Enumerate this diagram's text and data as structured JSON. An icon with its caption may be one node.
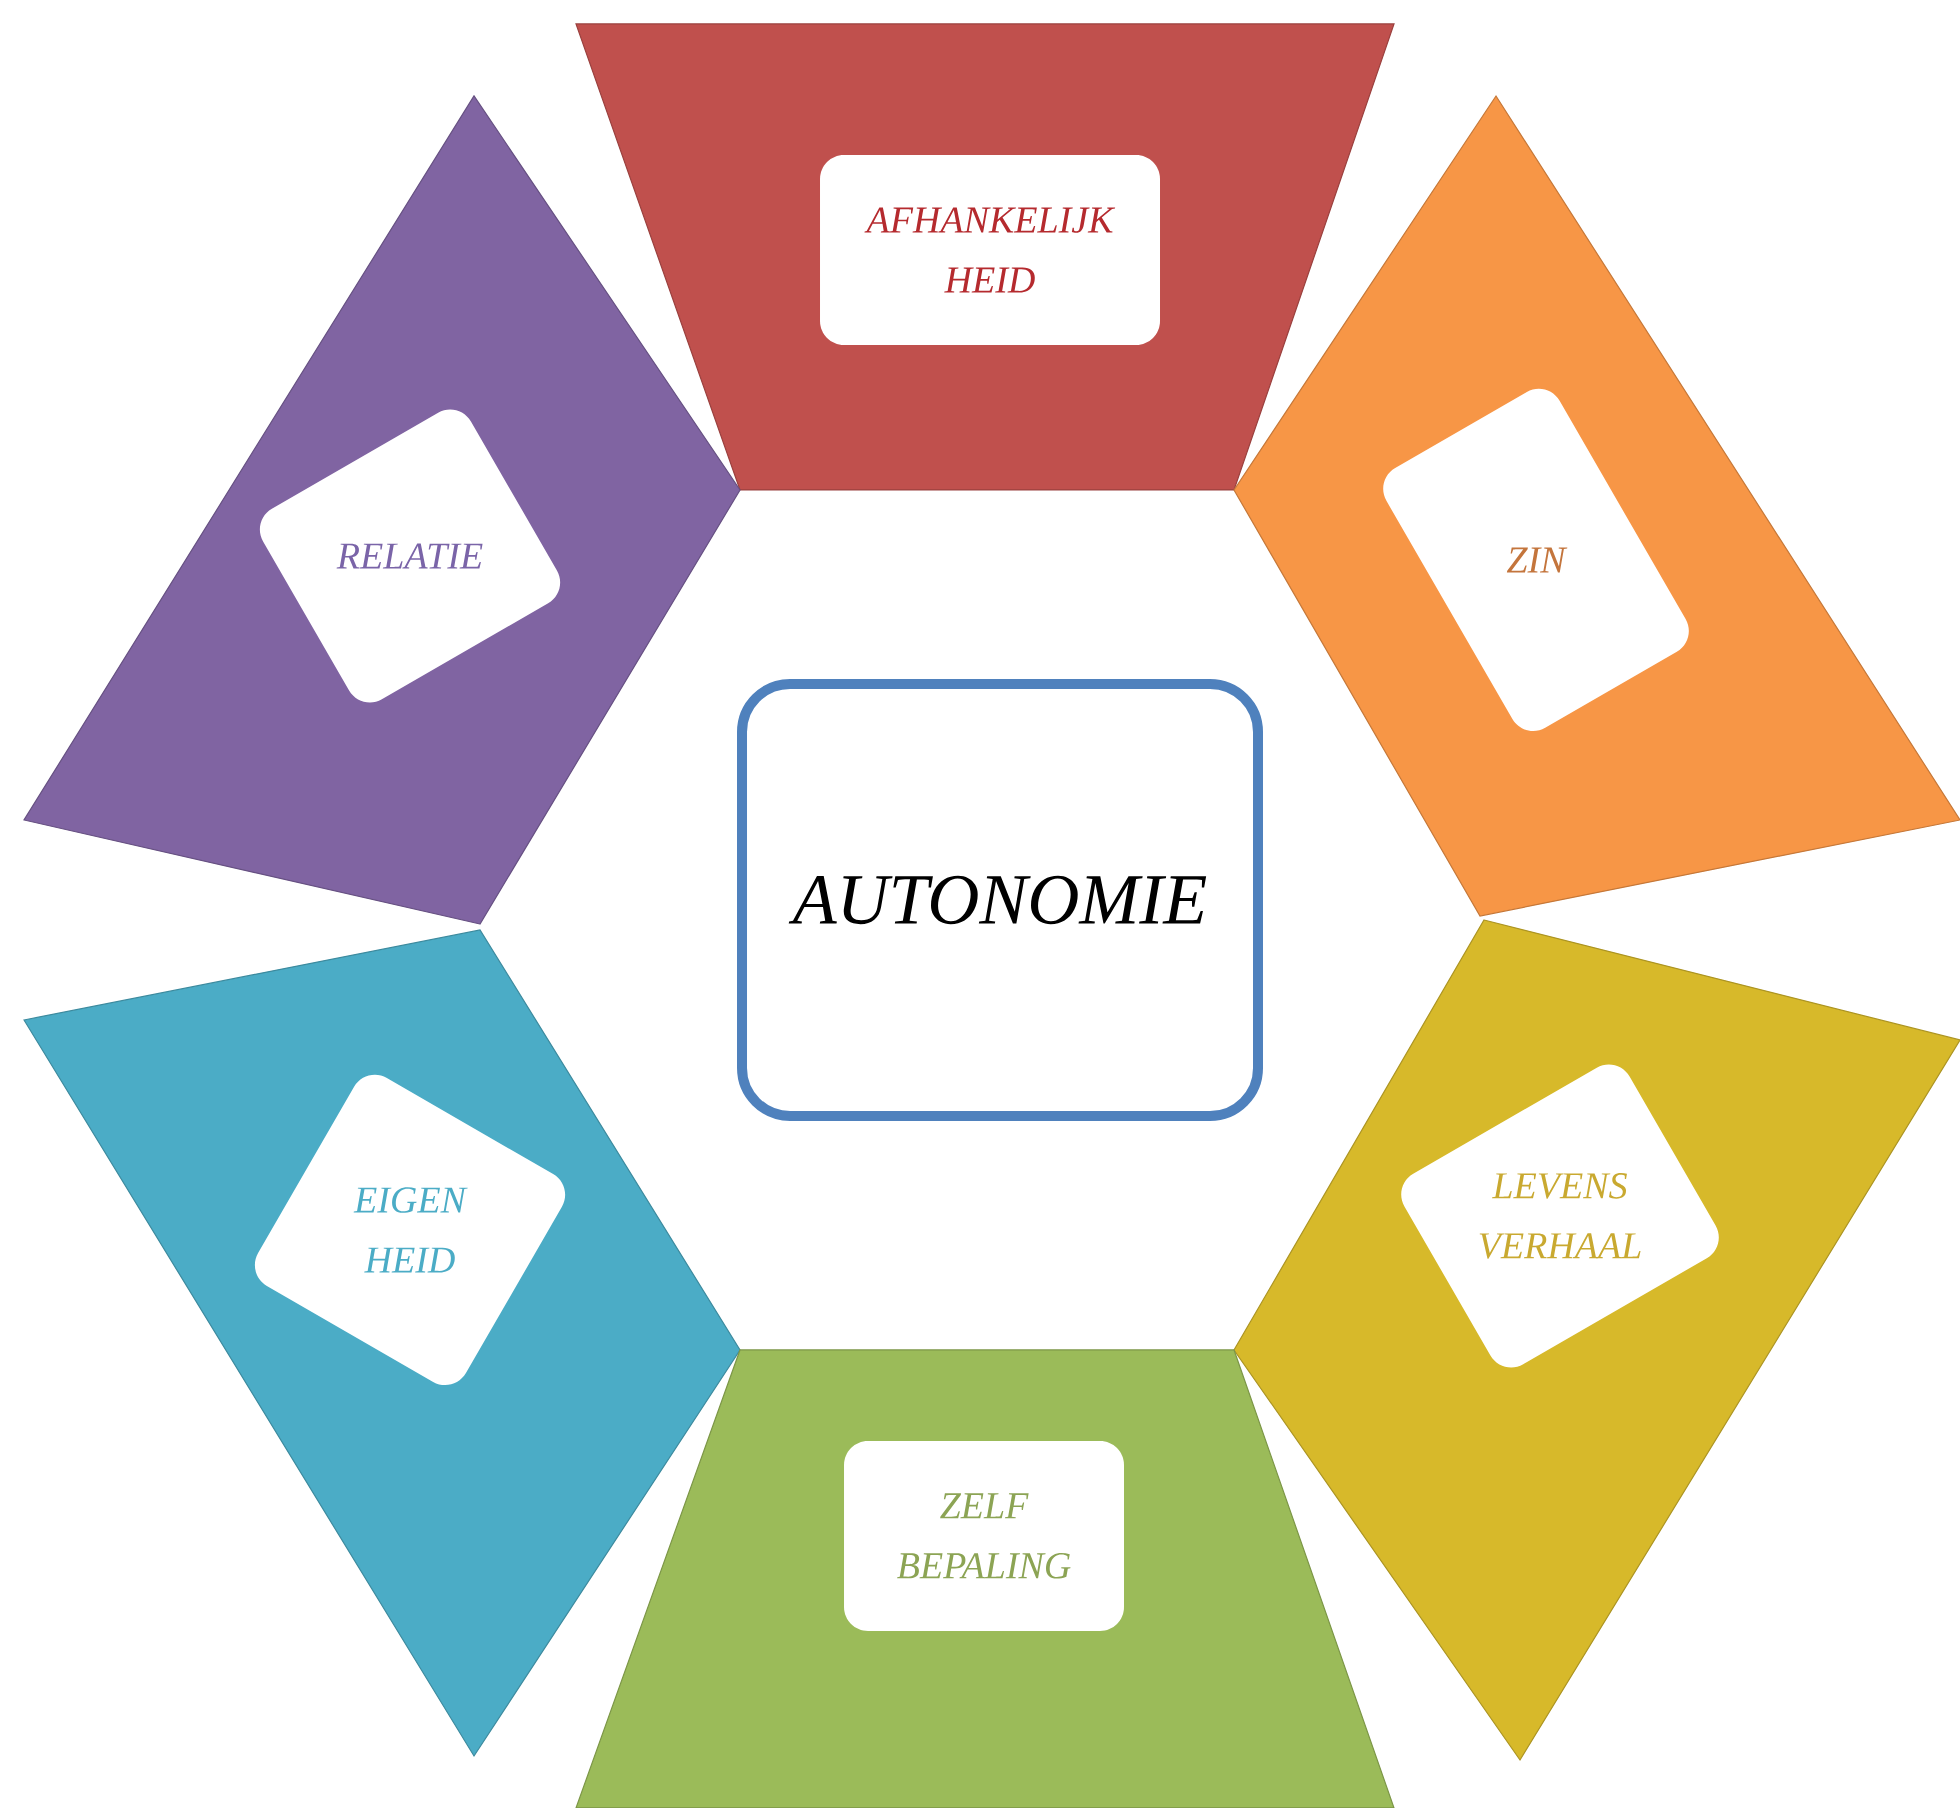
{
  "diagram": {
    "nodes": [
      {
        "text": [
          "AFHANKELIJK HEID"
        ]
      },
      {
        "text": [
          "RELATIE"
        ]
      },
      {
        "text": [
          "ZIN"
        ]
      },
      {
        "text": [
          "AUTONOMIE"
        ]
      },
      {
        "text": [
          "EIGEN HEID"
        ]
      },
      {
        "text": [
          "LEVENS VERHAAL"
        ]
      },
      {
        "text": [
          "ZELF BEPALING"
        ]
      }
    ]
  }
}
